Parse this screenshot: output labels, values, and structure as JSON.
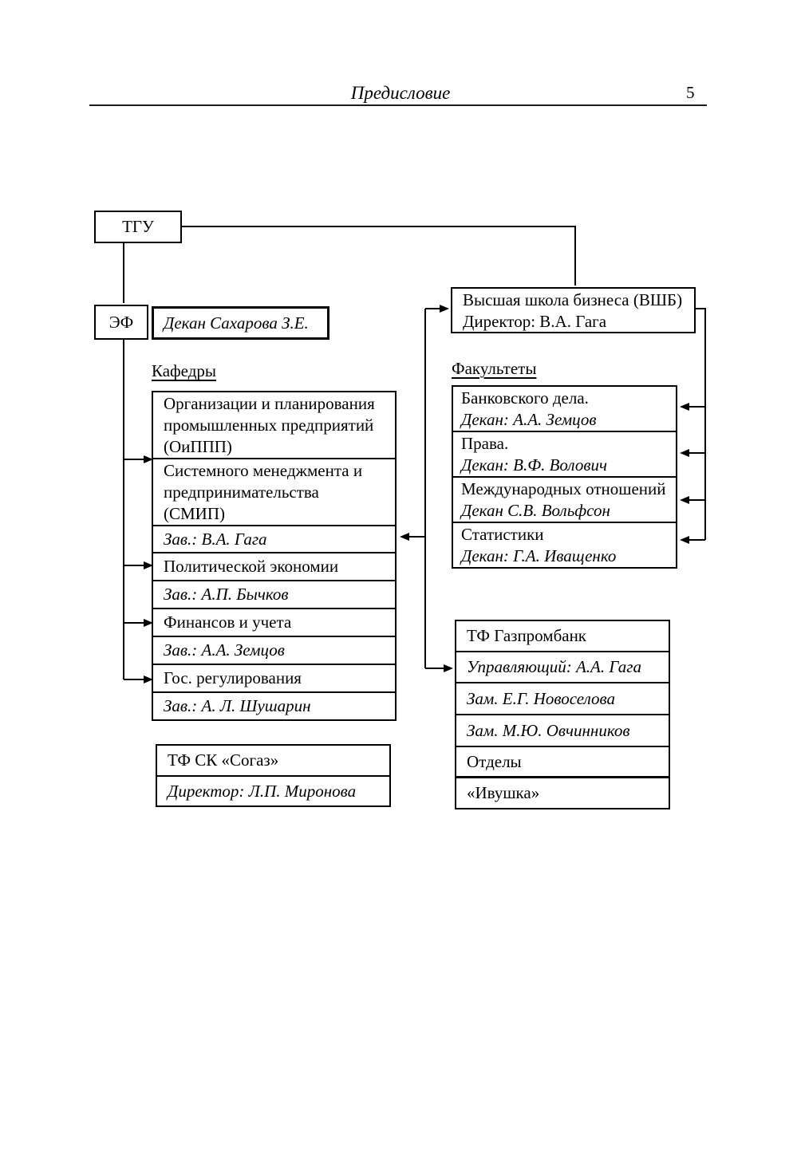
{
  "page": {
    "header": {
      "title": "Предисловие",
      "page_number": "5"
    }
  },
  "colors": {
    "ink": "#000000",
    "paper": "#ffffff"
  },
  "org_chart": {
    "tgu_label": "ТГУ",
    "ef_label": "ЭФ",
    "ef_dean_label": "Декан Сахарова З.Е.",
    "kafedry_heading": "Кафедры",
    "kafedry_rows": [
      {
        "style": "regular",
        "lines": [
          "Организации и планирования",
          "промышленных предприятий",
          "(ОиППП)"
        ]
      },
      {
        "style": "regular",
        "lines": [
          "Системного менеджмента и",
          "предпринимательства",
          "(СМИП)"
        ]
      },
      {
        "style": "italic",
        "lines": [
          "Зав.: В.А. Гага"
        ]
      },
      {
        "style": "regular",
        "lines": [
          "Политической экономии"
        ]
      },
      {
        "style": "italic",
        "lines": [
          "Зав.: А.П. Бычков"
        ]
      },
      {
        "style": "regular",
        "lines": [
          "Финансов и учета"
        ]
      },
      {
        "style": "italic",
        "lines": [
          "Зав.: А.А. Земцов"
        ]
      },
      {
        "style": "regular",
        "lines": [
          "Гос. регулирования"
        ]
      },
      {
        "style": "italic",
        "lines": [
          "Зав.: А. Л. Шушарин"
        ]
      }
    ],
    "vshb": {
      "name": "Высшая школа бизнеса (ВШБ)",
      "director": "Директор: В.А. Гага"
    },
    "fakultety_heading": "Факультеты",
    "fakultety_rows": [
      {
        "name": "Банковского дела.",
        "dean": "Декан: А.А. Земцов"
      },
      {
        "name": "Права.",
        "dean": "Декан: В.Ф. Волович"
      },
      {
        "name": "Международных отношений",
        "dean": "Декан С.В. Вольфсон"
      },
      {
        "name": "Статистики",
        "dean": "Декан: Г.А. Иващенко"
      }
    ],
    "gazprombank_rows": [
      {
        "style": "regular",
        "text": "ТФ Газпромбанк"
      },
      {
        "style": "italic",
        "text": "Управляющий: А.А. Гага"
      },
      {
        "style": "italic",
        "text": "Зам. Е.Г. Новоселова"
      },
      {
        "style": "italic",
        "text": "Зам. М.Ю. Овчинников"
      },
      {
        "style": "regular",
        "text": "Отделы"
      },
      {
        "style": "regular",
        "text": "«Ивушка»"
      }
    ],
    "sogaz_rows": [
      {
        "style": "regular",
        "text": "ТФ СК «Согаз»"
      },
      {
        "style": "italic",
        "text": "Директор: Л.П. Миронова"
      }
    ]
  }
}
